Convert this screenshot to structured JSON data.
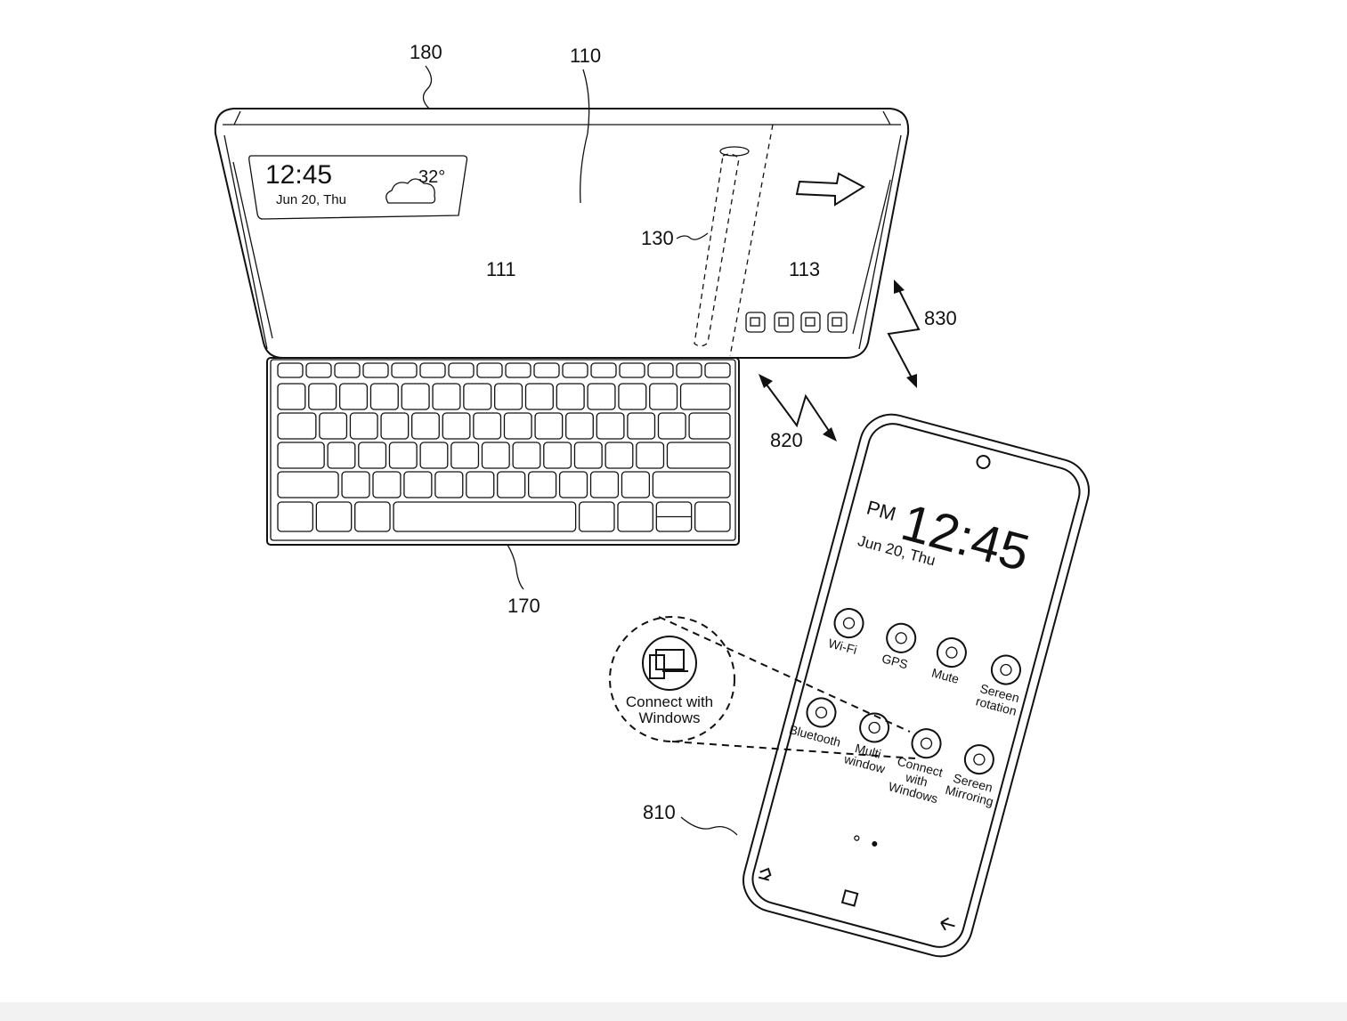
{
  "reference_numerals": {
    "cover": "180",
    "tablet": "110",
    "first_area": "111",
    "second_area": "113",
    "stylus": "130",
    "keyboard": "170",
    "link_phone_tablet": "820",
    "link_tablet_phone": "830",
    "phone": "810"
  },
  "tablet": {
    "widget_time": "12:45",
    "widget_date": "Jun 20, Thu",
    "widget_temp": "32°",
    "weather_icon": "cloud-icon",
    "arrow_icon": "arrow-right-icon",
    "dock_icons": [
      "camera-icon",
      "gallery-icon",
      "message-icon",
      "contacts-icon"
    ]
  },
  "phone": {
    "ampm": "PM",
    "time": "12:45",
    "date": "Jun 20, Thu",
    "quick_settings": [
      {
        "label": "Wi-Fi",
        "icon": "wifi-icon"
      },
      {
        "label": "GPS",
        "icon": "gps-icon"
      },
      {
        "label": "Mute",
        "icon": "mute-icon"
      },
      {
        "label": "Sereen\nrotation",
        "icon": "rotation-icon"
      },
      {
        "label": "Bluetooth",
        "icon": "bluetooth-icon"
      },
      {
        "label": "Multi\nwindow",
        "icon": "multi-window-icon"
      },
      {
        "label": "Connect\nwith\nWindows",
        "icon": "connect-windows-icon"
      },
      {
        "label": "Sereen\nMirroring",
        "icon": "screen-mirroring-icon"
      }
    ],
    "page_indicator": {
      "pages": 2,
      "active": 2
    },
    "nav": [
      "recents-icon",
      "home-icon",
      "back-icon"
    ]
  },
  "callout": {
    "label_line1": "Connect with",
    "label_line2": "Windows",
    "icon": "connect-windows-icon"
  }
}
